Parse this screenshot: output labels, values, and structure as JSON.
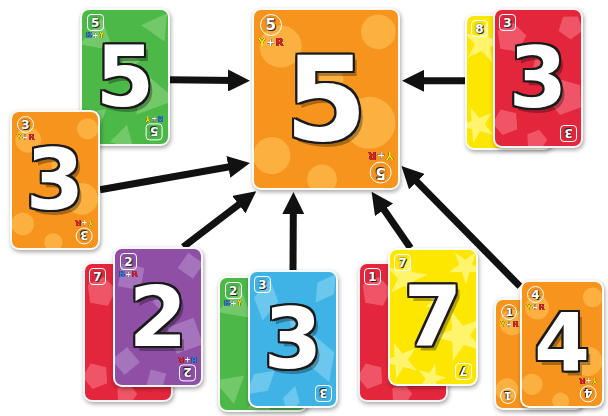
{
  "diagram": {
    "nodes": [
      {
        "text": [
          "5",
          "B+Y",
          "5",
          "5",
          "B+Y"
        ]
      },
      {
        "text": [
          "5",
          "Y+R",
          "5",
          "5",
          "Y+R"
        ]
      },
      {
        "text": [
          "8"
        ]
      },
      {
        "text": [
          "3",
          "3",
          "3"
        ]
      },
      {
        "text": [
          "3",
          "Y+R",
          "3",
          "3",
          "Y+R"
        ]
      },
      {
        "text": [
          "1",
          "Y+R",
          "1"
        ]
      },
      {
        "text": [
          "4",
          "Y+R",
          "4",
          "4",
          "Y+R"
        ]
      },
      {
        "text": [
          "7"
        ]
      },
      {
        "text": [
          "2",
          "B+R",
          "2",
          "2",
          "B+R"
        ]
      },
      {
        "text": [
          "2",
          "B+Y"
        ]
      },
      {
        "text": [
          "3",
          "3",
          "3"
        ]
      },
      {
        "text": [
          "1"
        ]
      },
      {
        "text": [
          "7",
          "7",
          "7"
        ]
      }
    ],
    "edges": [
      {
        "from": 0,
        "to": 1,
        "arrow": "to"
      },
      {
        "from": 3,
        "to": 1,
        "arrow": "to"
      },
      {
        "from": 4,
        "to": 1,
        "arrow": "to"
      },
      {
        "from": 6,
        "to": 1,
        "arrow": "to"
      },
      {
        "from": 8,
        "to": 1,
        "arrow": "to"
      },
      {
        "from": 10,
        "to": 1,
        "arrow": "to"
      },
      {
        "from": 12,
        "to": 1,
        "arrow": "to"
      }
    ]
  }
}
